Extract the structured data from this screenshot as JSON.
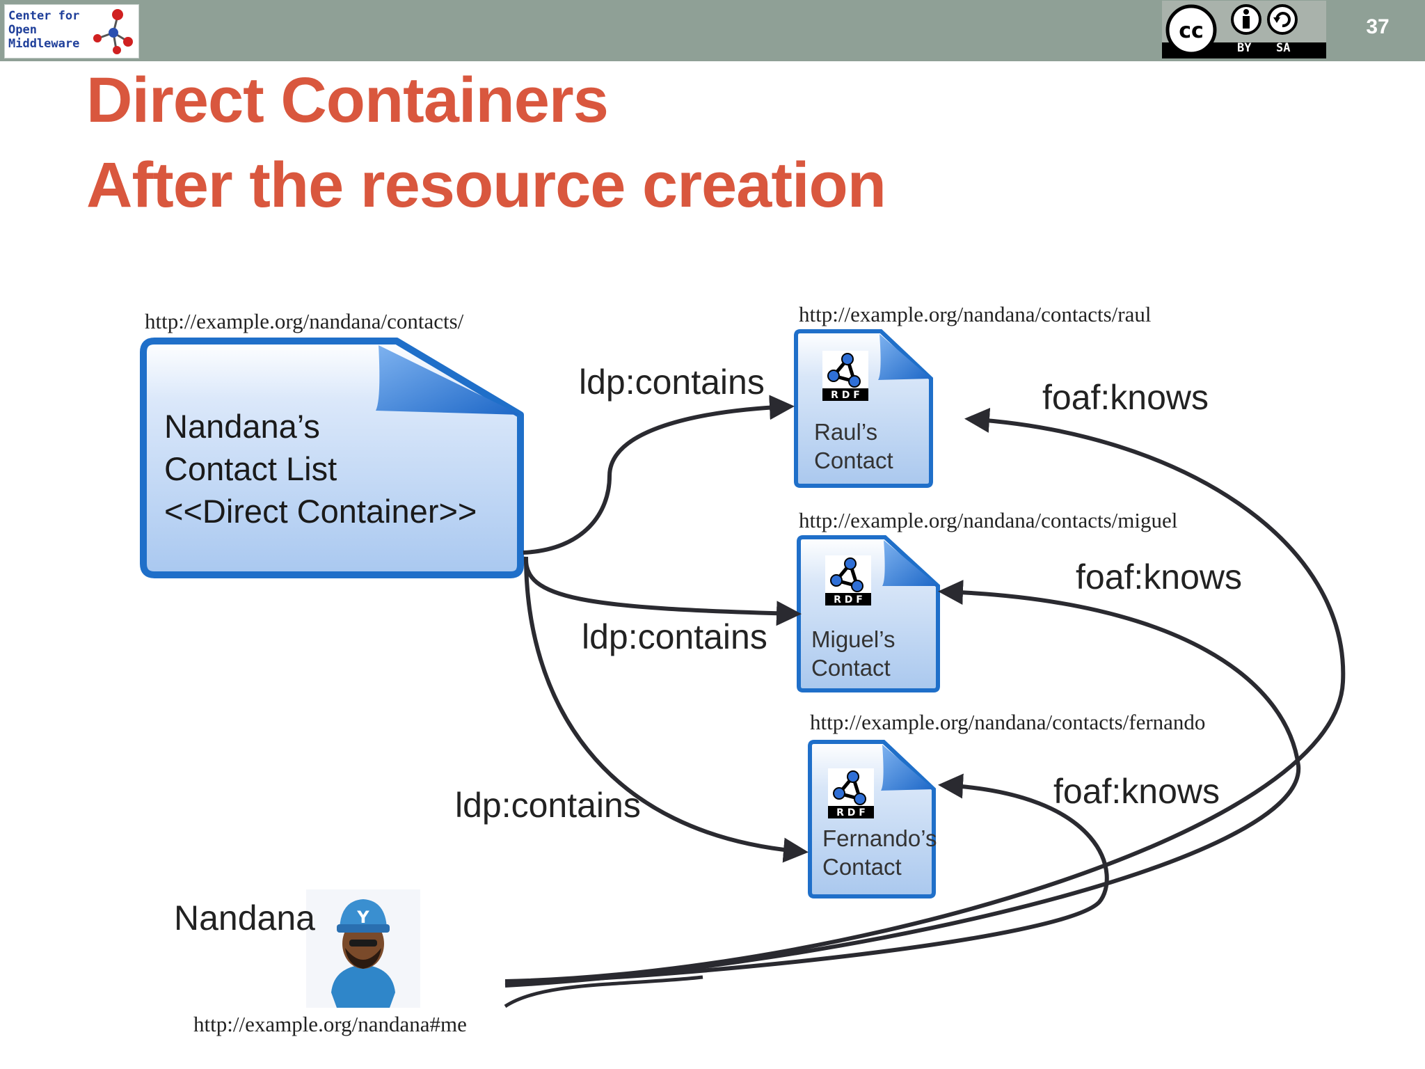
{
  "header": {
    "logo_lines": [
      "Center for",
      "Open",
      "Middleware"
    ],
    "license_labels": [
      "BY",
      "SA"
    ],
    "page_number": "37"
  },
  "title": {
    "line1": "Direct Containers",
    "line2": "After the resource creation"
  },
  "container": {
    "uri": "http://example.org/nandana/contacts/",
    "label_lines": [
      "Nandana’s",
      "Contact List",
      "<<Direct Container>>"
    ]
  },
  "resources": [
    {
      "uri": "http://example.org/nandana/contacts/raul",
      "label_lines": [
        "Raul’s",
        "Contact"
      ],
      "icon_text": "R D F"
    },
    {
      "uri": "http://example.org/nandana/contacts/miguel",
      "label_lines": [
        "Miguel’s",
        "Contact"
      ],
      "icon_text": "R D F"
    },
    {
      "uri": "http://example.org/nandana/contacts/fernando",
      "label_lines": [
        "Fernando’s",
        "Contact"
      ],
      "icon_text": "R D F"
    }
  ],
  "edges": {
    "contains_labels": [
      "ldp:contains",
      "ldp:contains",
      "ldp:contains"
    ],
    "knows_labels": [
      "foaf:knows",
      "foaf:knows",
      "foaf:knows"
    ]
  },
  "person": {
    "name": "Nandana",
    "uri": "http://example.org/nandana#me"
  },
  "colors": {
    "header_bg": "#8fa096",
    "title": "#d9573e",
    "doc_border": "#1f6fc9",
    "doc_fill": "#c6daf5",
    "arrow": "#2a2a30"
  }
}
